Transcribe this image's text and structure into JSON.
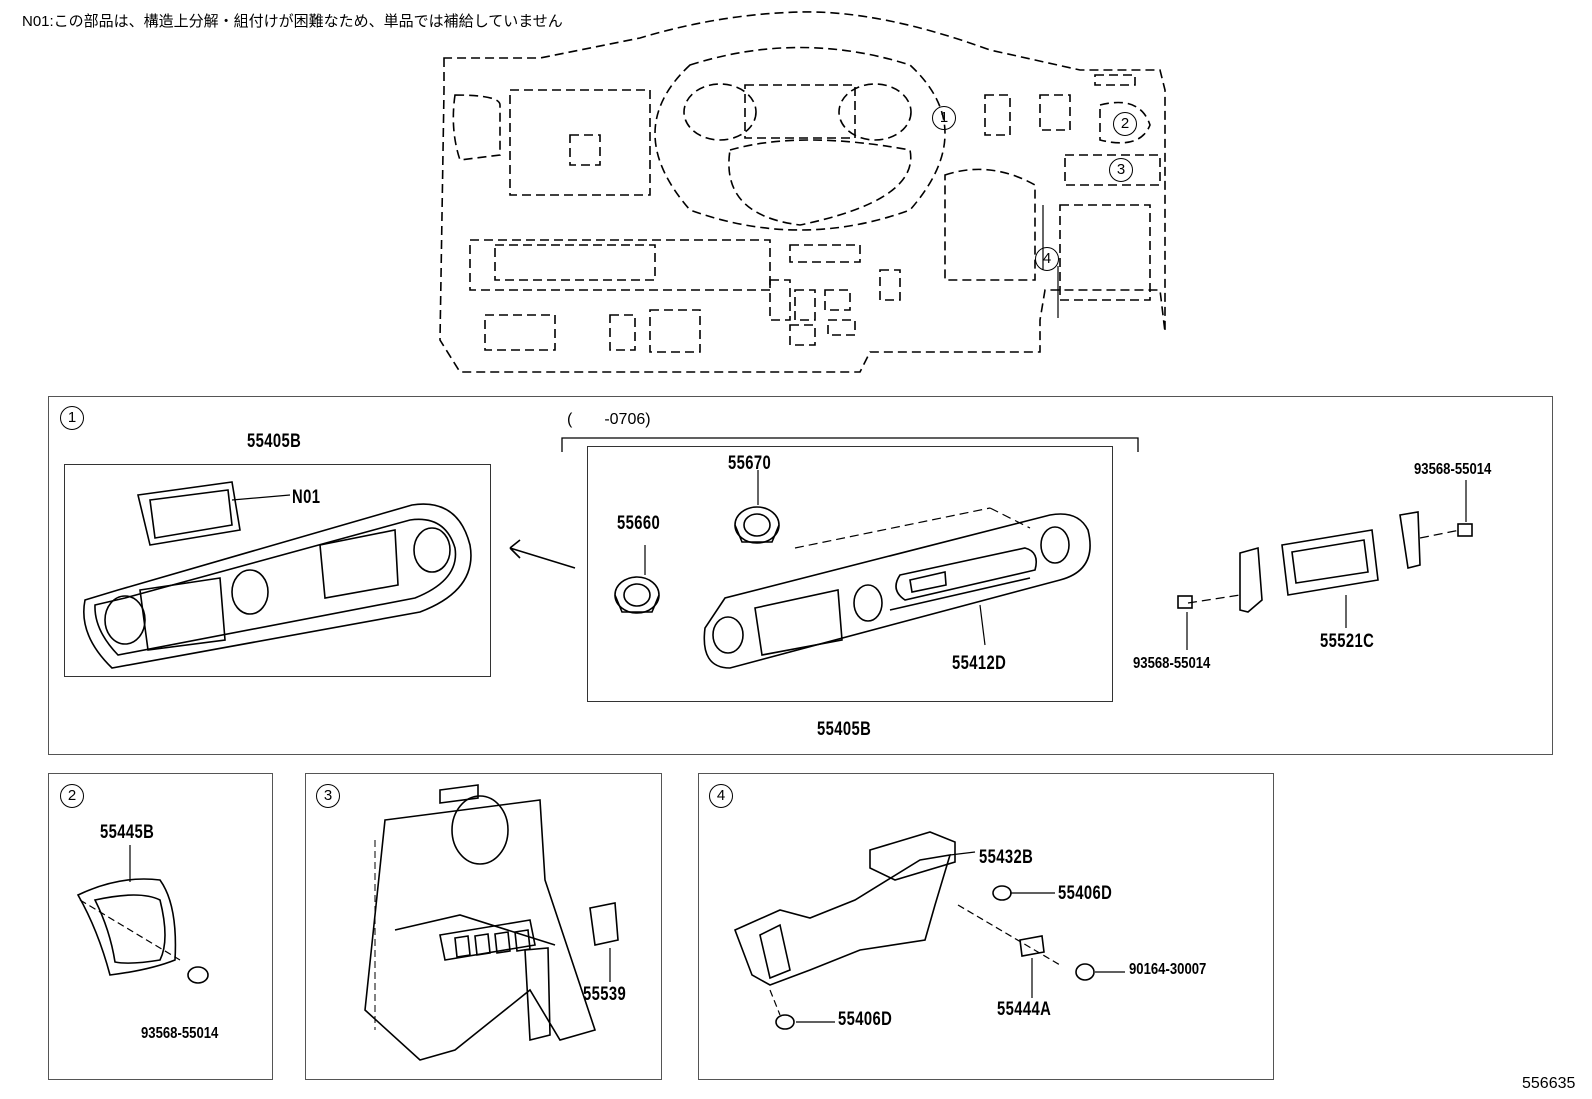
{
  "note": "N01:この部品は、構造上分解・組付けが困難なため、単品では補給していません",
  "diagram_ref": "556635",
  "callouts": [
    "1",
    "2",
    "3",
    "4"
  ],
  "section1": {
    "number": "1",
    "period_label": "(　　-0706)",
    "parts": {
      "assembly_left": "55405B",
      "n01": "N01",
      "p55670": "55670",
      "p55660": "55660",
      "p55412d": "55412D",
      "assembly_bottom": "55405B",
      "screw_top": "93568-55014",
      "screw_left": "93568-55014",
      "p55521c": "55521C"
    }
  },
  "section2": {
    "number": "2",
    "parts": {
      "panel": "55445B",
      "screw": "93568-55014"
    }
  },
  "section3": {
    "number": "3",
    "parts": {
      "switch": "55539"
    }
  },
  "section4": {
    "number": "4",
    "parts": {
      "panel": "55432B",
      "clip_top": "55406D",
      "bolt": "90164-30007",
      "bracket": "55444A",
      "clip_bottom": "55406D"
    }
  }
}
